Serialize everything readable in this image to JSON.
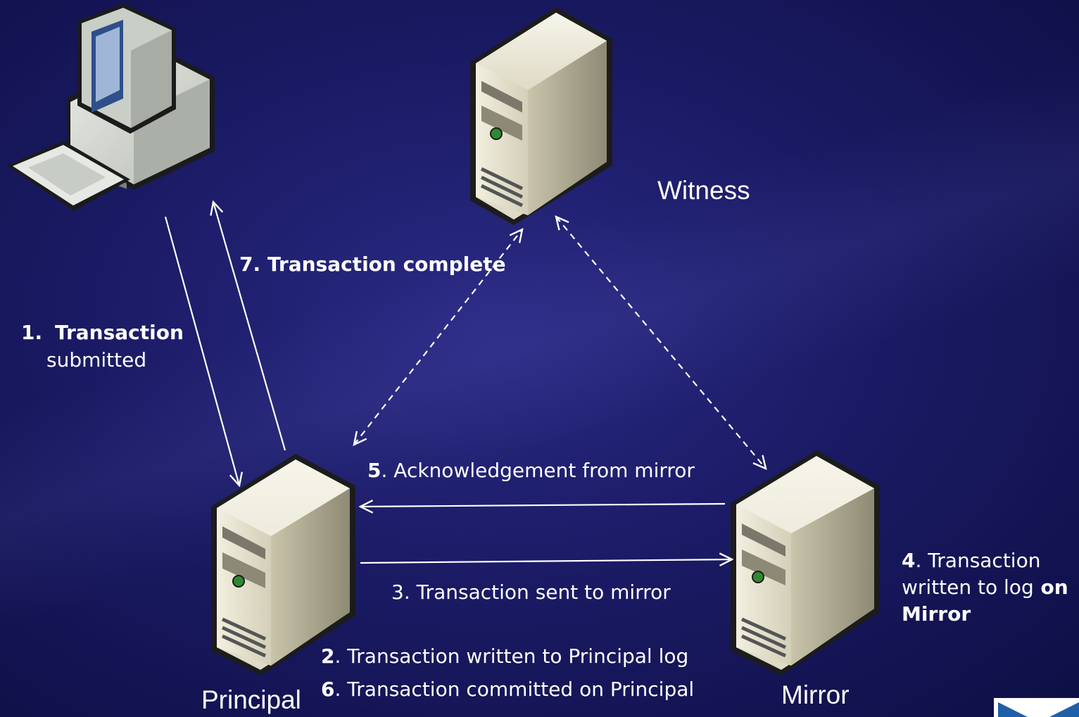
{
  "nodes": {
    "witness_label": "Witness",
    "principal_label": "Principal",
    "mirror_label": "Mirror"
  },
  "steps": {
    "s1_num": "1.",
    "s1_bold": "Transaction",
    "s1_rest": "submitted",
    "s2_num": "2",
    "s2_text": ". Transaction written to Principal log",
    "s3_text": "3. Transaction sent to mirror",
    "s4_num": "4",
    "s4_text_a": ". Transaction",
    "s4_text_b": "written to log",
    "s4_bold_b": " on",
    "s4_bold_c": "Mirror",
    "s5_num": "5",
    "s5_text": ". Acknowledgement from mirror",
    "s6_num": "6",
    "s6_text": ". Transaction committed on Principal",
    "s7_text": "7. Transaction complete"
  },
  "colors": {
    "background": "#1b1b66",
    "arrow": "#ffffff",
    "server_face": "#e4e0cc",
    "server_side": "#b9b49c",
    "led": "#3a9a3a"
  }
}
